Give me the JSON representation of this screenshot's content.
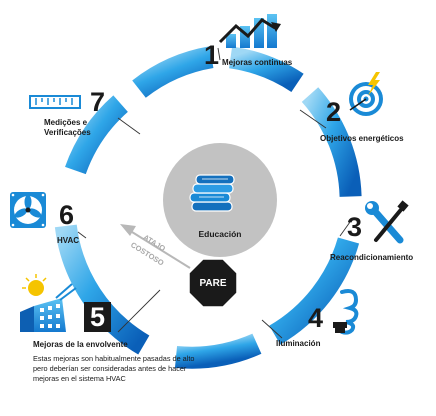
{
  "center": {
    "label": "Educación",
    "icon": "books-icon"
  },
  "stop_sign": {
    "label": "PARE",
    "icon": "stop-sign-icon"
  },
  "shortcut": {
    "line1": "ATAJO",
    "line2": "COSTOSO"
  },
  "steps": [
    {
      "number": "1",
      "label": "Mejoras continuas",
      "icon": "growth-chart-icon"
    },
    {
      "number": "2",
      "label": "Objetivos energéticos",
      "icon": "target-bolt-icon"
    },
    {
      "number": "3",
      "label": "Reacondicionamiento",
      "icon": "tools-icon"
    },
    {
      "number": "4",
      "label": "Iluminación",
      "icon": "lightbulb-icon"
    },
    {
      "number": "5",
      "label": "Mejoras de la envolvente",
      "icon": "building-sun-icon"
    },
    {
      "number": "6",
      "label": "HVAC",
      "icon": "fan-icon"
    },
    {
      "number": "7",
      "label_line1": "Medições e",
      "label_line2": "Verificações",
      "icon": "ruler-icon"
    }
  ],
  "note": "Estas mejoras son habitualmente pasadas de alto pero deberían ser consideradas antes de hacer mejoras en el sistema HVAC",
  "colors": {
    "ring_light": "#8fd1f2",
    "ring_mid": "#2ba4e6",
    "ring_dark": "#0b67bf",
    "accent": "#1c8fd6",
    "center_gray": "#bfbfbf",
    "stop_black": "#1a1a1a"
  }
}
